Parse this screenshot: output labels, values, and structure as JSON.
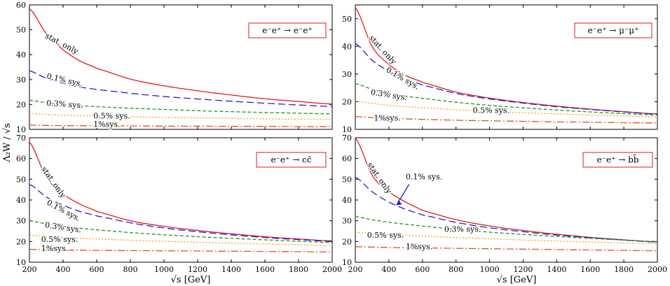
{
  "figure": {
    "ylabel": "Λ₂W / √s",
    "xlabel": "√s [GeV]"
  },
  "colors": {
    "stat_only": "#e41a1c",
    "sys_0p1": "#1f1fd0",
    "sys_0p3": "#1a9a1a",
    "sys_0p5": "#f0a020",
    "sys_1": "#e2501e",
    "process_box": "#e41a1c"
  },
  "chart_data": [
    {
      "type": "line",
      "panel": "top-left",
      "process": "e⁻e⁺ → e⁻e⁺",
      "xlim": [
        200,
        2000
      ],
      "ylim": [
        10,
        60
      ],
      "xticks": [
        200,
        400,
        600,
        800,
        1000,
        1200,
        1400,
        1600,
        1800,
        2000
      ],
      "yticks": [
        10,
        20,
        30,
        40,
        50,
        60
      ],
      "show_xticklabels": false,
      "x": [
        200,
        300,
        400,
        500,
        600,
        800,
        1000,
        1200,
        1400,
        1600,
        1800,
        2000
      ],
      "series": [
        {
          "key": "stat_only",
          "name": "stat. only",
          "values": [
            58.5,
            48.5,
            42,
            37.5,
            34.5,
            30.2,
            27.5,
            25.5,
            23.8,
            22.3,
            21.2,
            20.2
          ]
        },
        {
          "key": "sys_0p1",
          "name": "0.1% sys.",
          "values": [
            33.5,
            30.5,
            28.5,
            27,
            26,
            24.5,
            23.2,
            22.2,
            21.3,
            20.5,
            19.8,
            19.2
          ]
        },
        {
          "key": "sys_0p3",
          "name": "0.3% sys.",
          "values": [
            21.7,
            20.7,
            20.0,
            19.5,
            19.1,
            18.5,
            18.0,
            17.5,
            17.1,
            16.8,
            16.5,
            16.2
          ]
        },
        {
          "key": "sys_0p5",
          "name": "0.5% sys.",
          "values": [
            16.4,
            16.0,
            15.7,
            15.5,
            15.3,
            15.0,
            14.8,
            14.6,
            14.4,
            14.2,
            14.1,
            14.0
          ]
        },
        {
          "key": "sys_1",
          "name": "1%sys.",
          "values": [
            11.7,
            11.6,
            11.5,
            11.5,
            11.4,
            11.4,
            11.3,
            11.3,
            11.2,
            11.2,
            11.1,
            11.1
          ]
        }
      ]
    },
    {
      "type": "line",
      "panel": "top-right",
      "process": "e⁻e⁺ → μ⁻μ⁺",
      "xlim": [
        200,
        2000
      ],
      "ylim": [
        10,
        55
      ],
      "xticks": [
        200,
        400,
        600,
        800,
        1000,
        1200,
        1400,
        1600,
        1800,
        2000
      ],
      "yticks": [
        10,
        20,
        30,
        40,
        50
      ],
      "show_xticklabels": false,
      "x": [
        200,
        300,
        400,
        500,
        600,
        800,
        1000,
        1200,
        1400,
        1600,
        1800,
        2000
      ],
      "series": [
        {
          "key": "stat_only",
          "name": "stat. only",
          "values": [
            54,
            40,
            33.5,
            29.5,
            27,
            23.5,
            21.3,
            19.7,
            18.4,
            17.3,
            16.4,
            15.6
          ]
        },
        {
          "key": "sys_0p1",
          "name": "0.1% sys.",
          "values": [
            41,
            35,
            31,
            28.2,
            26,
            23,
            21,
            19.5,
            18.2,
            17.2,
            16.3,
            15.5
          ]
        },
        {
          "key": "sys_0p3",
          "name": "0.3% sys.",
          "values": [
            26.5,
            24.5,
            23,
            22,
            21.2,
            19.8,
            18.7,
            17.8,
            17,
            16.3,
            15.7,
            15.2
          ]
        },
        {
          "key": "sys_0p5",
          "name": "0.5% sys.",
          "values": [
            20.2,
            19.4,
            18.7,
            18.2,
            17.8,
            17.1,
            16.5,
            16,
            15.6,
            15.2,
            14.8,
            14.5
          ]
        },
        {
          "key": "sys_1",
          "name": "1%sys.",
          "values": [
            14.6,
            14.3,
            14.0,
            13.8,
            13.6,
            13.3,
            13.1,
            12.9,
            12.7,
            12.6,
            12.4,
            12.3
          ]
        }
      ]
    },
    {
      "type": "line",
      "panel": "bottom-left",
      "process": "e⁻e⁺ → cc̄",
      "xlim": [
        200,
        2000
      ],
      "ylim": [
        10,
        70
      ],
      "xticks": [
        200,
        400,
        600,
        800,
        1000,
        1200,
        1400,
        1600,
        1800,
        2000
      ],
      "yticks": [
        10,
        20,
        30,
        40,
        50,
        60,
        70
      ],
      "show_xticklabels": true,
      "x": [
        200,
        300,
        400,
        500,
        600,
        800,
        1000,
        1200,
        1400,
        1600,
        1800,
        2000
      ],
      "series": [
        {
          "key": "stat_only",
          "name": "stat. only",
          "values": [
            68,
            51,
            43,
            38,
            34.5,
            30,
            27.3,
            25.3,
            23.7,
            22.3,
            21.2,
            20.3
          ]
        },
        {
          "key": "sys_0p1",
          "name": "0.1% sys.",
          "values": [
            47.5,
            41.5,
            37.5,
            34.5,
            32.3,
            29,
            26.5,
            24.7,
            23.2,
            21.9,
            20.9,
            20.0
          ]
        },
        {
          "key": "sys_0p3",
          "name": "0.3% sys.",
          "values": [
            30,
            28.5,
            27.3,
            26.4,
            25.6,
            24.3,
            23.2,
            22.3,
            21.5,
            20.8,
            20.1,
            19.5
          ]
        },
        {
          "key": "sys_0p5",
          "name": "0.5% sys.",
          "values": [
            23,
            22.4,
            21.9,
            21.5,
            21.2,
            20.6,
            20.1,
            19.6,
            19.2,
            18.8,
            18.4,
            18.0
          ]
        },
        {
          "key": "sys_1",
          "name": "1%sys.",
          "values": [
            16.2,
            16.0,
            15.9,
            15.8,
            15.7,
            15.6,
            15.5,
            15.4,
            15.3,
            15.2,
            15.1,
            15.0
          ]
        }
      ]
    },
    {
      "type": "line",
      "panel": "bottom-right",
      "process": "e⁻e⁺ → bb̄",
      "xlim": [
        200,
        2000
      ],
      "ylim": [
        10,
        70
      ],
      "xticks": [
        200,
        400,
        600,
        800,
        1000,
        1200,
        1400,
        1600,
        1800,
        2000
      ],
      "yticks": [
        10,
        20,
        30,
        40,
        50,
        60,
        70
      ],
      "show_xticklabels": true,
      "x": [
        200,
        300,
        400,
        500,
        600,
        800,
        1000,
        1200,
        1400,
        1600,
        1800,
        2000
      ],
      "series": [
        {
          "key": "stat_only",
          "name": "stat. only",
          "values": [
            70,
            52,
            44,
            39,
            35,
            30.5,
            27.5,
            25.3,
            23.5,
            22.0,
            20.8,
            19.8
          ]
        },
        {
          "key": "sys_0p1",
          "name": "0.1% sys.",
          "values": [
            51,
            44,
            39,
            35.5,
            32.8,
            29.2,
            26.6,
            24.7,
            23.1,
            21.8,
            20.7,
            19.7
          ]
        },
        {
          "key": "sys_0p3",
          "name": "0.3% sys.",
          "values": [
            32,
            30.5,
            29.3,
            28.3,
            27.4,
            25.8,
            24.5,
            23.4,
            22.4,
            21.5,
            20.7,
            20.0
          ]
        },
        {
          "key": "sys_0p5",
          "name": "0.5% sys.",
          "values": [
            24.5,
            23.9,
            23.4,
            23.0,
            22.6,
            21.9,
            21.3,
            20.7,
            20.2,
            19.7,
            19.3,
            18.9
          ]
        },
        {
          "key": "sys_1",
          "name": "1%sys.",
          "values": [
            17.5,
            17.3,
            17.1,
            17.0,
            16.9,
            16.7,
            16.5,
            16.3,
            16.1,
            15.9,
            15.7,
            15.5
          ]
        }
      ]
    }
  ]
}
